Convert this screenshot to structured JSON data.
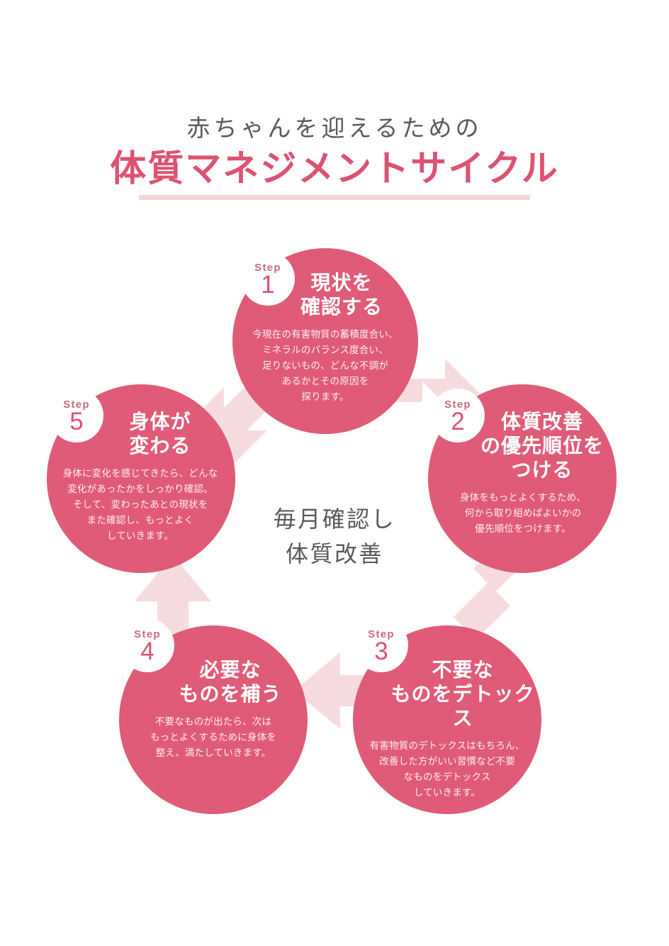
{
  "header": {
    "subtitle": "赤ちゃんを迎えるための",
    "title": "体質マネジメントサイクル",
    "subtitle_color": "#595959",
    "title_color": "#dd5270",
    "rule_color": "#f4d6d9"
  },
  "theme": {
    "circle_fill": "#e05b78",
    "arrow_fill": "#f7dcdf",
    "badge_bg": "#ffffff",
    "badge_label_color": "#c9697c",
    "badge_number_color": "#dd5270",
    "body_text_color": "#fdeef1",
    "center_text_color": "#595959",
    "page_bg": "#ffffff"
  },
  "center": {
    "caption": "毎月確認し\n体質改善"
  },
  "steps": [
    {
      "badge_label": "Step",
      "number": "1",
      "title": "現状を\n確認する",
      "body": "今現在の有害物質の蓄積度合い、\nミネラルのバランス度合い、\n足りないもの、どんな不調が\nあるかとその原因を\n探ります。"
    },
    {
      "badge_label": "Step",
      "number": "2",
      "title": "体質改善\nの優先順位を\nつける",
      "body": "身体をもっとよくするため、\n何から取り組めばよいかの\n優先順位をつけます。"
    },
    {
      "badge_label": "Step",
      "number": "3",
      "title": "不要な\nものをデトックス",
      "body": "有害物質のデトックスはもちろん、\n改善した方がいい習慣など不要\nなものをデトックス\nしていきます。"
    },
    {
      "badge_label": "Step",
      "number": "4",
      "title": "必要な\nものを補う",
      "body": "不要なものが出たら、次は\nもっとよくするために身体を\n整え、満たしていきます。"
    },
    {
      "badge_label": "Step",
      "number": "5",
      "title": "身体が\n変わる",
      "body": "身体に変化を感じてきたら、どんな\n変化があったかをしっかり確認。\nそして、変わったあとの現状を\nまた確認し、もっとよく\nしていきます。"
    }
  ],
  "arrows": [
    {
      "name": "arrow-step5-to-step1",
      "direction": "up-right"
    },
    {
      "name": "arrow-step1-to-step2",
      "direction": "down-right"
    },
    {
      "name": "arrow-step2-to-step3",
      "direction": "down-left"
    },
    {
      "name": "arrow-step3-to-step4",
      "direction": "left"
    },
    {
      "name": "arrow-step4-to-step5",
      "direction": "up"
    }
  ]
}
